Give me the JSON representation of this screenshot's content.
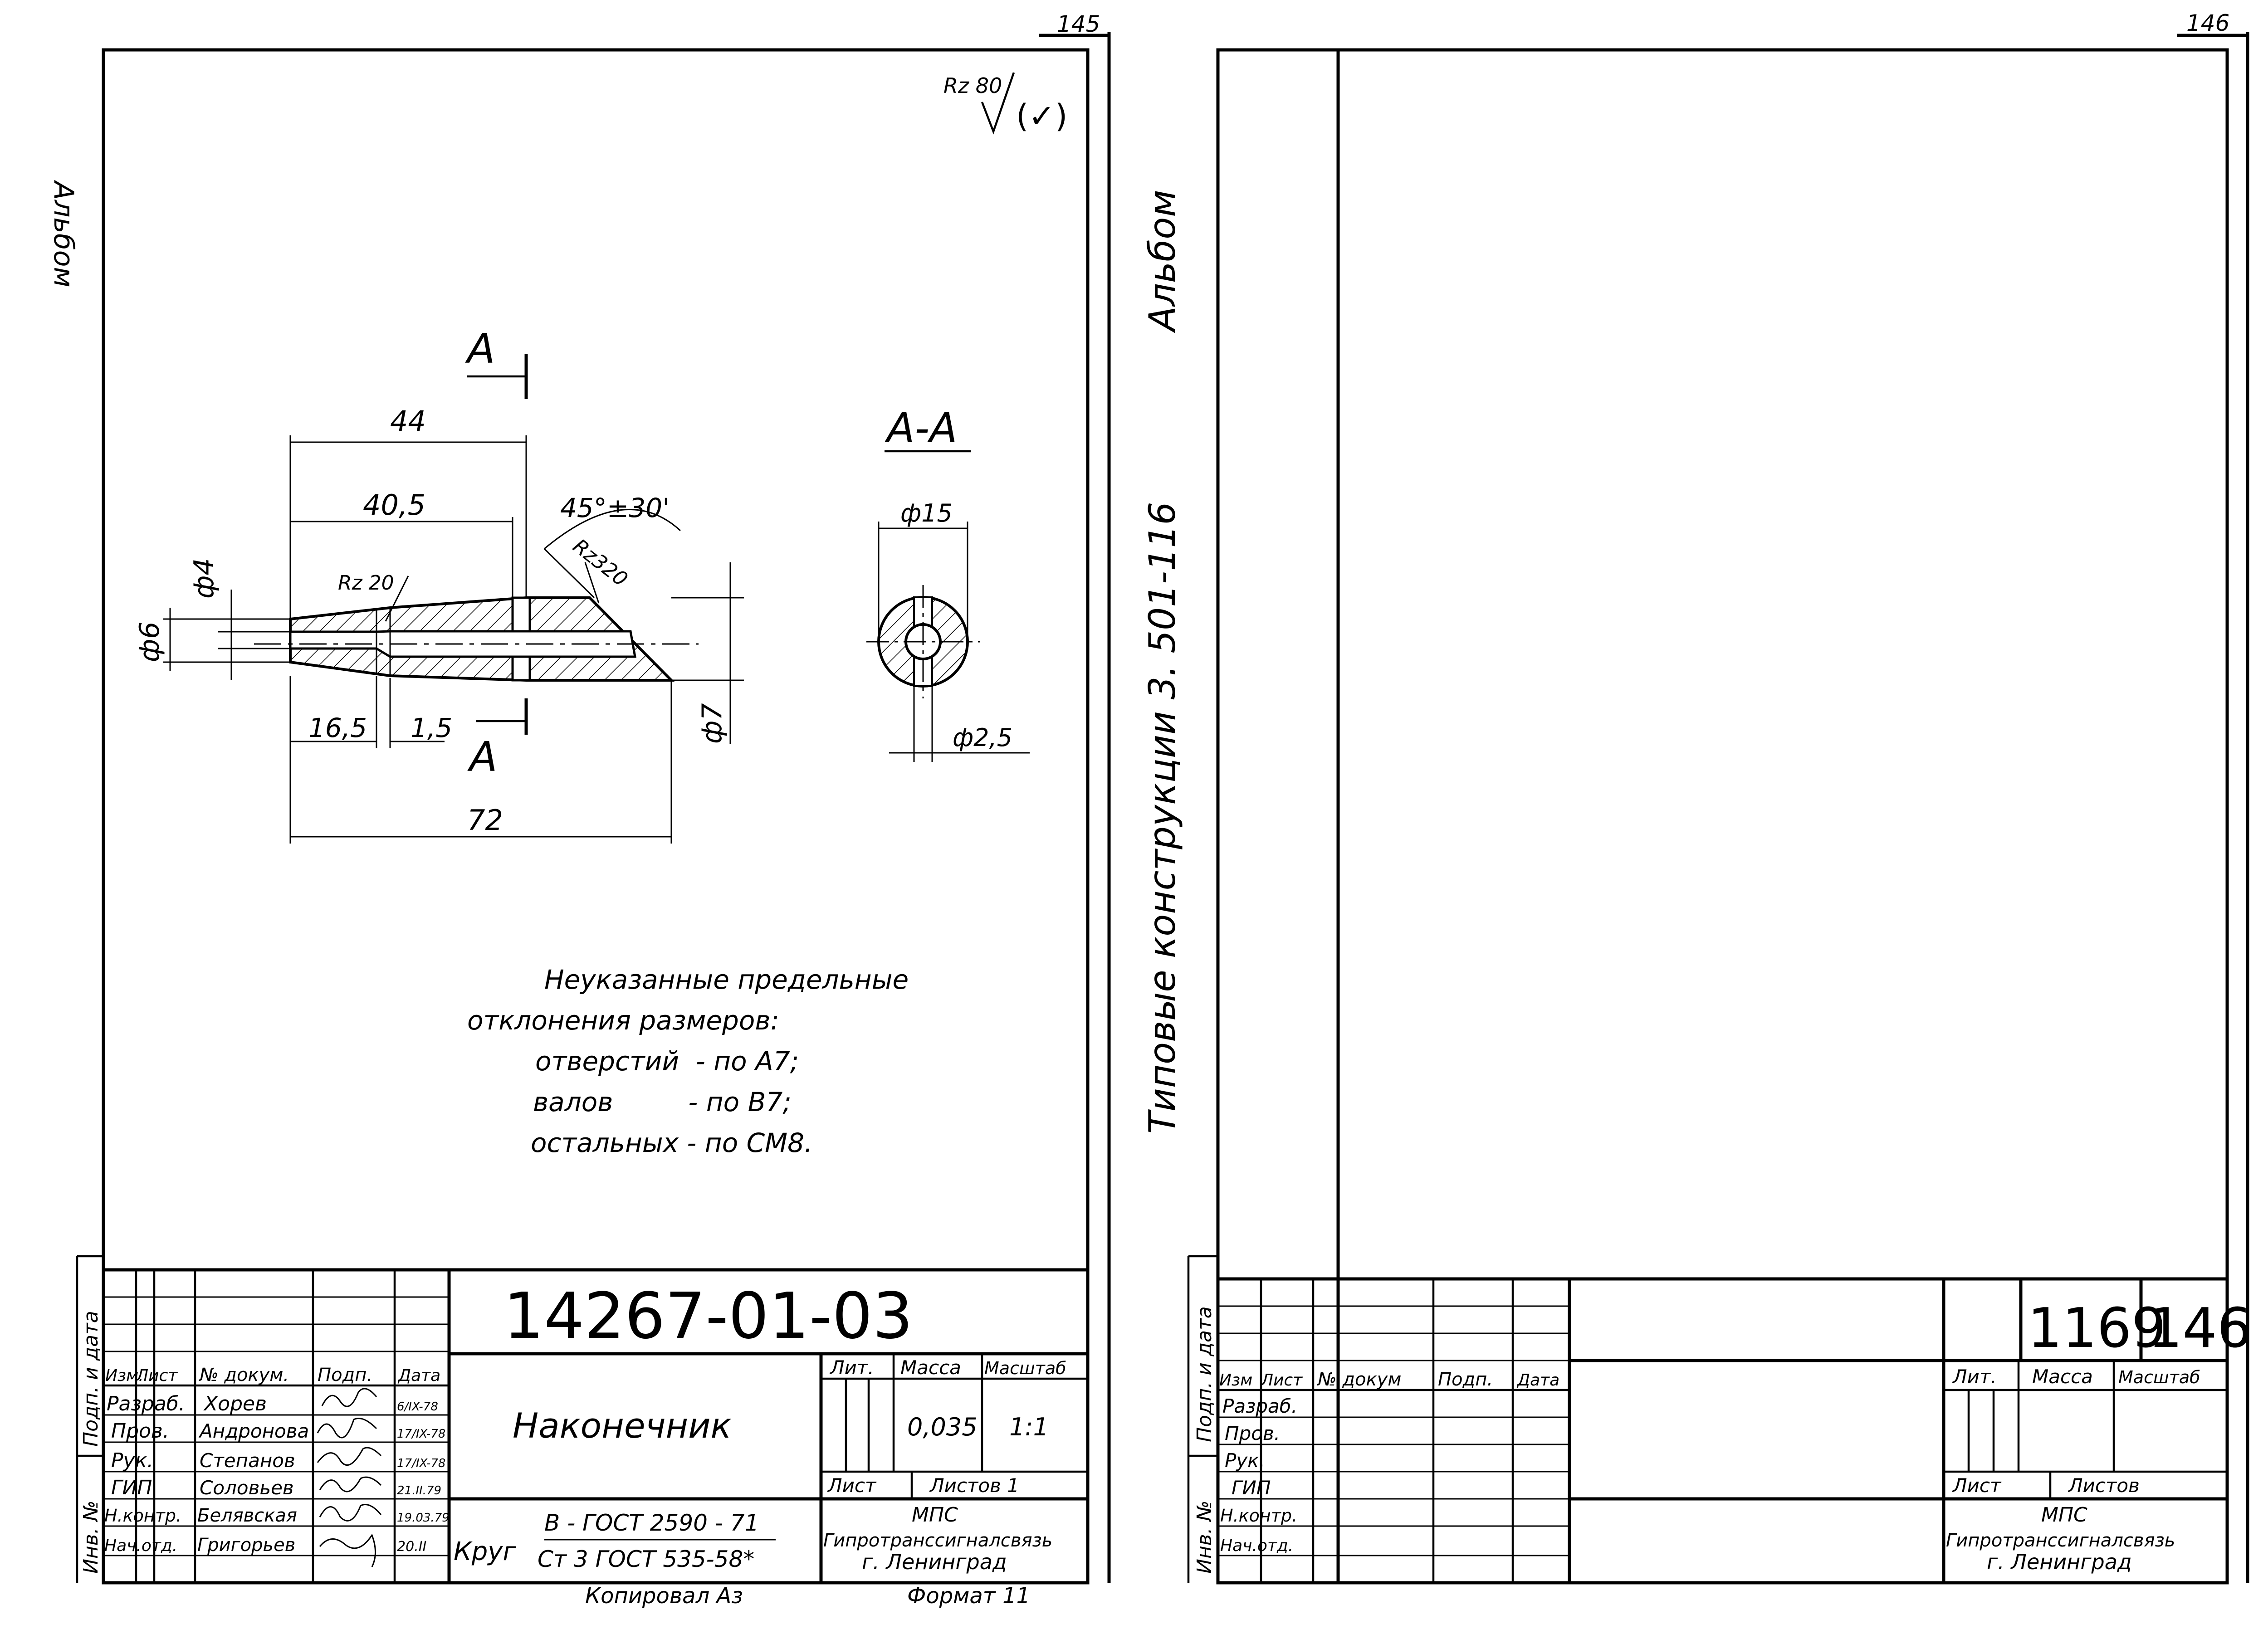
{
  "left_sheet": {
    "page_number": "145",
    "roughness_main": "Rz 80",
    "section_mark": "А",
    "section_title": "А-А",
    "dims": {
      "d44": "44",
      "d40_5": "40,5",
      "angle": "45°±30'",
      "rz320": "Rz320",
      "rz20": "Rz 20",
      "phi4": "ф4",
      "phi6": "ф6",
      "phi7": "ф7",
      "d16_5": "16,5",
      "d1_5": "1,5",
      "d72": "72",
      "phi15": "ф15",
      "phi2_5": "ф2,5"
    },
    "notes": [
      "Неуказанные предельные",
      "отклонения размеров:",
      "отверстий  - по A7;",
      "валов         - по B7;",
      "остальных - по CM8."
    ],
    "side_labels": [
      "Альбом",
      "Типовые конструкции 3. 501-116",
      "Подп. и дата",
      "Инв. №"
    ],
    "title_block": {
      "designation": "14267-01-03",
      "part_name": "Наконечник",
      "headers": [
        "Изм.",
        "Лист",
        "№ докум.",
        "Подп.",
        "Дата"
      ],
      "roles": [
        "Разраб.",
        "Пров.",
        "Рук.",
        "ГИП",
        "Н.контр.",
        "Нач.отд."
      ],
      "names": [
        "Хорев",
        "Андронова",
        "Степанов",
        "Соловьев",
        "Белявская",
        "Григорьев"
      ],
      "dates": [
        "6/IX-78",
        "17/IX-78",
        "17/IX-78",
        "21.II.79",
        "19.03.79",
        "20.II"
      ],
      "lit_label": "Лит.",
      "mass_label": "Масса",
      "scale_label": "Масштаб",
      "mass": "0,035",
      "scale": "1:1",
      "sheet_label": "Лист",
      "sheets_label": "Листов 1",
      "material_label": "Круг",
      "material_line1": "В - ГОСТ 2590 - 71",
      "material_line2": "Ст 3 ГОСТ 535-58*",
      "org1": "МПС",
      "org2": "Гипротранссигналсвязь",
      "org3": "г. Ленинград",
      "bottom_copy": "Копировал  Аз",
      "bottom_format": "Формат  11"
    }
  },
  "right_sheet": {
    "page_number": "146",
    "side_labels": [
      "Альбом",
      "Типовые конструкции 3. 501-116",
      "Подп. и дата",
      "Инв. №"
    ],
    "title_block": {
      "headers": [
        "Изм",
        "Лист",
        "№ докум",
        "Подп.",
        "Дата"
      ],
      "roles": [
        "Разраб.",
        "Пров.",
        "Рук.",
        "ГИП",
        "Н.контр.",
        "Нач.отд."
      ],
      "album": "1169",
      "sheet": "146",
      "lit_label": "Лит.",
      "mass_label": "Масса",
      "scale_label": "Масштаб",
      "sheet_label": "Лист",
      "sheets_label": "Листов",
      "org1": "МПС",
      "org2": "Гипротранссигналсвязь",
      "org3": "г. Ленинград"
    }
  }
}
